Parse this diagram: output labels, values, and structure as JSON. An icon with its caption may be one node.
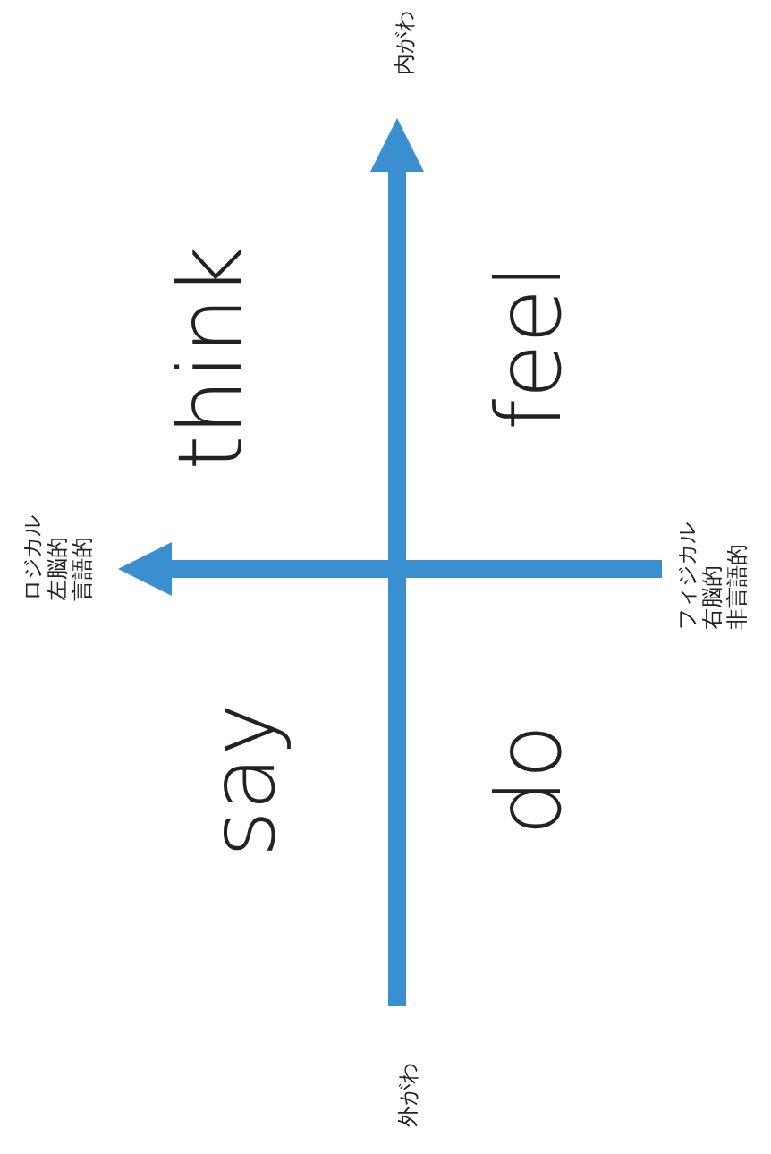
{
  "diagram": {
    "labels": [
      "内がわ",
      "think",
      "feel",
      "ロジカル",
      "左脳的",
      "言語的",
      "フィジカル",
      "右脳的",
      "非言語的",
      "say",
      "do",
      "外がわ"
    ]
  }
}
